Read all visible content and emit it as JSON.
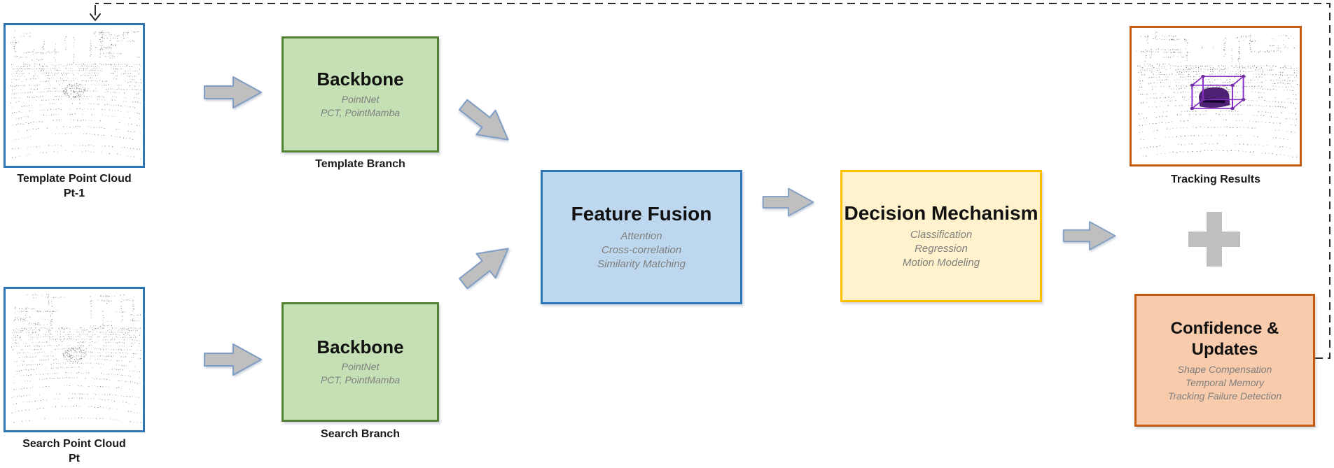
{
  "nodes": {
    "template_input": {
      "caption_line1": "Template Point Cloud",
      "caption_line2": "Pt-1"
    },
    "search_input": {
      "caption_line1": "Search Point Cloud",
      "caption_line2": "Pt"
    },
    "backbone_template": {
      "title": "Backbone",
      "sub1": "PointNet",
      "sub2": "PCT, PointMamba",
      "branch_caption": "Template Branch"
    },
    "backbone_search": {
      "title": "Backbone",
      "sub1": "PointNet",
      "sub2": "PCT, PointMamba",
      "branch_caption": "Search Branch"
    },
    "feature_fusion": {
      "title": "Feature Fusion",
      "sub1": "Attention",
      "sub2": "Cross-correlation",
      "sub3": "Similarity Matching"
    },
    "decision_mechanism": {
      "title": "Decision Mechanism",
      "sub1": "Classification",
      "sub2": "Regression",
      "sub3": "Motion Modeling"
    },
    "tracking_results": {
      "caption": "Tracking Results"
    },
    "confidence_updates": {
      "title_line1": "Confidence &",
      "title_line2": "Updates",
      "sub1": "Shape Compensation",
      "sub2": "Temporal Memory",
      "sub3": "Tracking Failure Detection"
    }
  },
  "operators": {
    "plus": "+"
  },
  "icons": {
    "flow_arrow": "block-right-arrow",
    "plus": "plus-operator",
    "feedback_arrow": "dashed-down-arrow"
  },
  "colors": {
    "input_border": "#2E75B6",
    "backbone_fill": "#C5E0B4",
    "backbone_border": "#538135",
    "fusion_fill": "#BDD7EE",
    "fusion_border": "#2E75B6",
    "decision_fill": "#FFF2CC",
    "decision_border": "#FFC000",
    "output_border": "#C55A11",
    "confidence_fill": "#F8CBAD",
    "confidence_border": "#C55A11",
    "arrow_fill": "#BFBFBF",
    "arrow_outline": "#7F9DC4",
    "subtitle_text": "#7F7F7F",
    "tracking_bbox": "#7030A0",
    "feedback_line": "#2B2B2B"
  }
}
